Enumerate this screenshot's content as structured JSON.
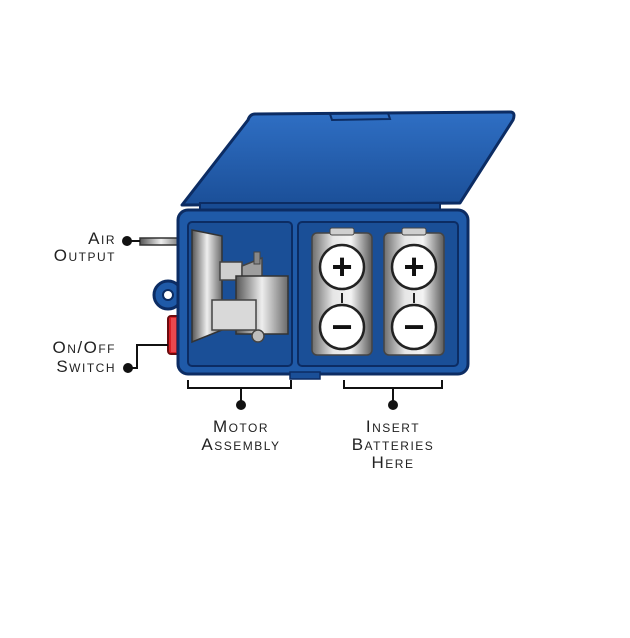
{
  "labels": {
    "air_output": [
      "Air",
      "Output"
    ],
    "on_off_switch": [
      "On/Off",
      "Switch"
    ],
    "motor_assembly": [
      "Motor",
      "Assembly"
    ],
    "insert_batteries": [
      "Insert",
      "Batteries",
      "Here"
    ]
  },
  "battery_symbols": {
    "positive": "+",
    "negative": "−"
  },
  "colors": {
    "case_blue": "#1f5aa8",
    "case_outline": "#0c2c63",
    "switch_red": "#d81f26"
  }
}
